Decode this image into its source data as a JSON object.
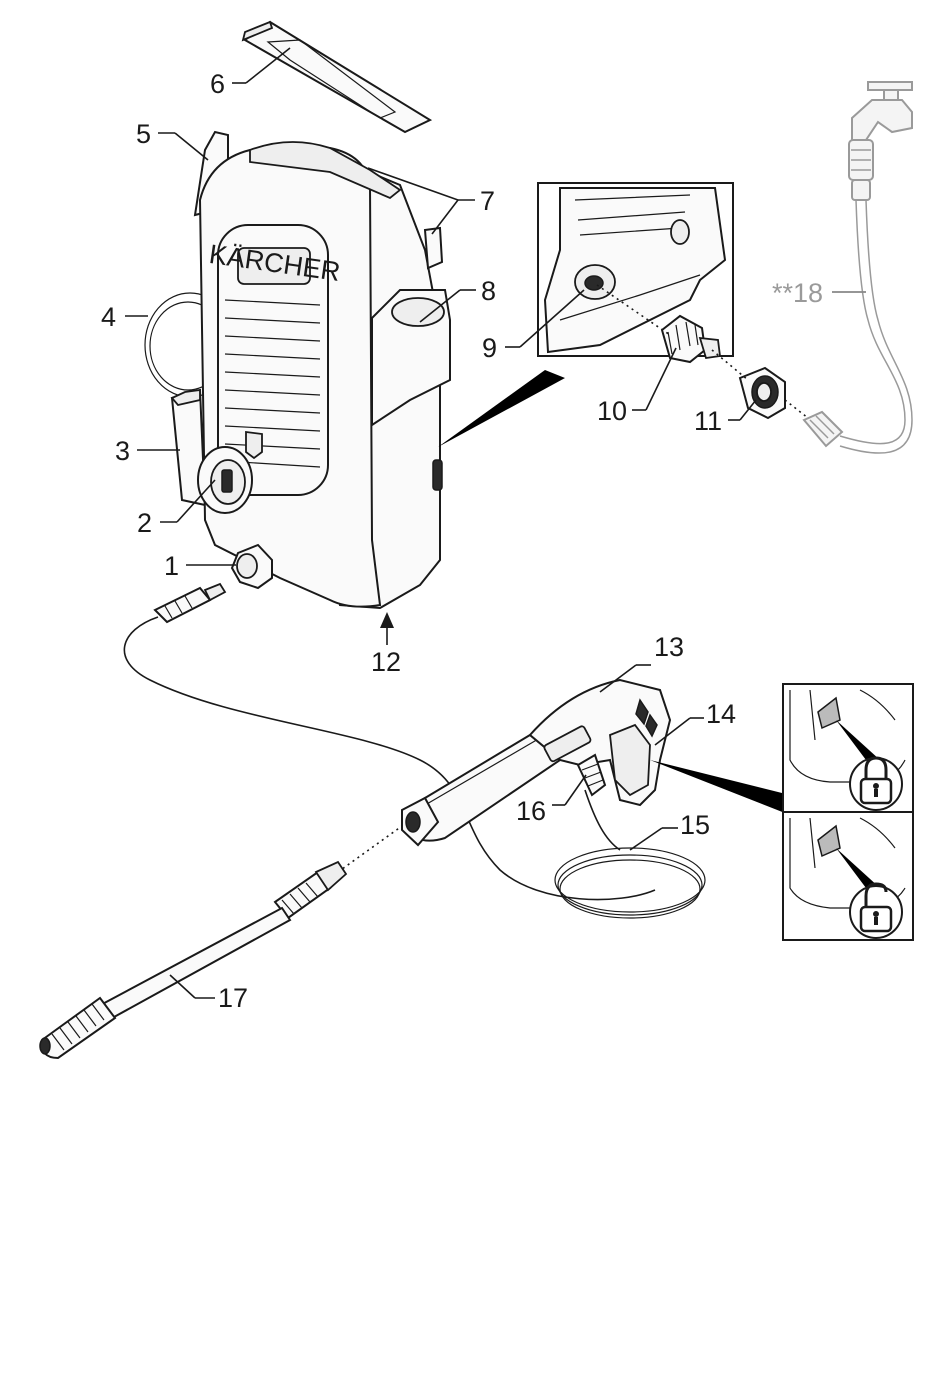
{
  "diagram": {
    "callouts": [
      {
        "id": "1",
        "text": "1"
      },
      {
        "id": "2",
        "text": "2"
      },
      {
        "id": "3",
        "text": "3"
      },
      {
        "id": "4",
        "text": "4"
      },
      {
        "id": "5",
        "text": "5"
      },
      {
        "id": "6",
        "text": "6"
      },
      {
        "id": "7",
        "text": "7"
      },
      {
        "id": "8",
        "text": "8"
      },
      {
        "id": "9",
        "text": "9"
      },
      {
        "id": "10",
        "text": "10"
      },
      {
        "id": "11",
        "text": "11"
      },
      {
        "id": "12",
        "text": "12"
      },
      {
        "id": "13",
        "text": "13"
      },
      {
        "id": "14",
        "text": "14"
      },
      {
        "id": "15",
        "text": "15"
      },
      {
        "id": "16",
        "text": "16"
      },
      {
        "id": "17",
        "text": "17"
      },
      {
        "id": "18",
        "text": "**18"
      }
    ],
    "brand_text": "KÄRCHER",
    "lock_icons": [
      "padlock-closed-icon",
      "padlock-open-icon"
    ],
    "colors": {
      "line": "#1a1a1a",
      "optional_accessory": "#9a9a9a"
    }
  }
}
